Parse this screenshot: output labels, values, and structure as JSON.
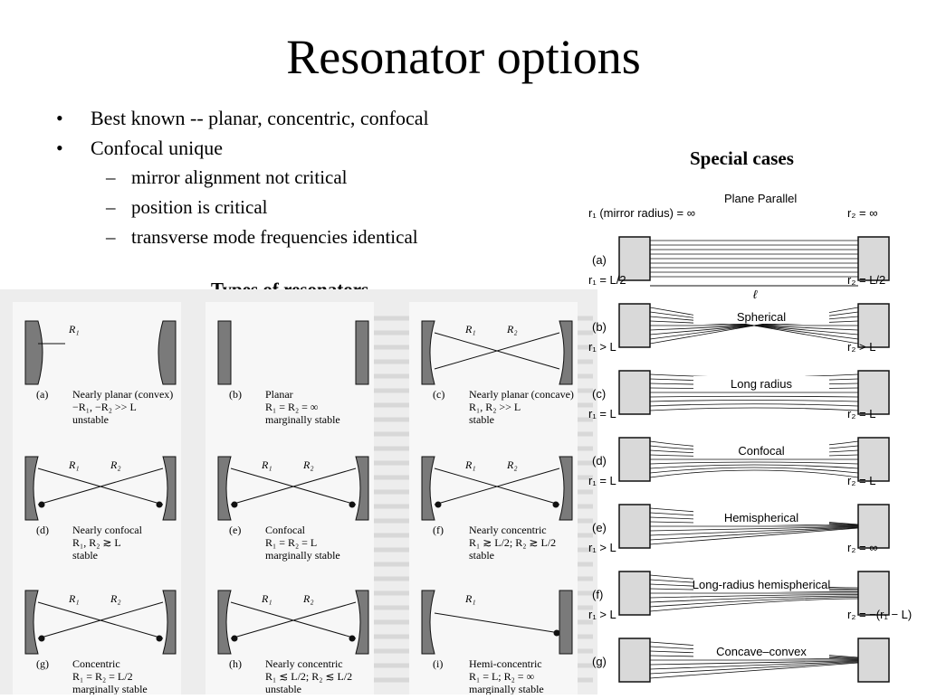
{
  "slide": {
    "title": "Resonator options",
    "bullets": [
      {
        "text": "Best known -- planar, concentric, confocal"
      },
      {
        "text": "Confocal unique",
        "sub": [
          "mirror alignment not critical",
          "position is critical",
          "transverse mode frequencies identical"
        ]
      }
    ],
    "bullet_mark": "•",
    "sub_mark": "–",
    "left_heading": "Types of resonators",
    "right_heading": "Special cases"
  },
  "types_figure": {
    "cells": [
      {
        "letter": "(a)",
        "name": "Nearly planar (convex)",
        "cond": "−R₁, −R₂ >> L",
        "stab": "unstable",
        "r1": "R₁",
        "r2": ""
      },
      {
        "letter": "(b)",
        "name": "Planar",
        "cond": "R₁ = R₂ = ∞",
        "stab": "marginally stable",
        "r1": "",
        "r2": ""
      },
      {
        "letter": "(c)",
        "name": "Nearly planar (concave)",
        "cond": "R₁, R₂ >> L",
        "stab": "stable",
        "r1": "R₁",
        "r2": "R₂"
      },
      {
        "letter": "(d)",
        "name": "Nearly confocal",
        "cond": "R₁, R₂ ≳ L",
        "stab": "stable",
        "r1": "R₁",
        "r2": "R₂"
      },
      {
        "letter": "(e)",
        "name": "Confocal",
        "cond": "R₁ = R₂ = L",
        "stab": "marginally stable",
        "r1": "R₁",
        "r2": "R₂"
      },
      {
        "letter": "(f)",
        "name": "Nearly concentric",
        "cond": "R₁ ≳ L/2; R₂ ≳ L/2",
        "stab": "stable",
        "r1": "R₁",
        "r2": "R₂"
      },
      {
        "letter": "(g)",
        "name": "Concentric",
        "cond": "R₁ = R₂ = L/2",
        "stab": "marginally stable",
        "r1": "R₁",
        "r2": "R₂"
      },
      {
        "letter": "(h)",
        "name": "Nearly concentric",
        "cond": "R₁ ≲ L/2; R₂ ≲ L/2",
        "stab": "unstable",
        "r1": "R₁",
        "r2": "R₂"
      },
      {
        "letter": "(i)",
        "name": "Hemi-concentric",
        "cond": "R₁ = L; R₂ = ∞",
        "stab": "marginally stable",
        "r1": "R₁",
        "r2": ""
      }
    ]
  },
  "special_cases": {
    "header": "Plane Parallel",
    "rows": [
      {
        "letter": "(a)",
        "name": "",
        "r1": "r₁ (mirror radius) = ∞",
        "r2": "r₂ = ∞",
        "length": "ℓ"
      },
      {
        "letter": "(b)",
        "name": "Spherical",
        "r1": "r₁ = L/2",
        "r2": "r₂ = L/2"
      },
      {
        "letter": "(c)",
        "name": "Long radius",
        "r1": "r₁ > L",
        "r2": "r₂ > L"
      },
      {
        "letter": "(d)",
        "name": "Confocal",
        "r1": "r₁ = L",
        "r2": "r₂ = L"
      },
      {
        "letter": "(e)",
        "name": "Hemispherical",
        "r1": "r₁ = L",
        "r2": "r₂ = L"
      },
      {
        "letter": "(f)",
        "name": "Long-radius hemispherical",
        "r1": "r₁ > L",
        "r2": "r₂ = ∞"
      },
      {
        "letter": "(g)",
        "name": "Concave–convex",
        "r1": "r₁ > L",
        "r2": "r₂ = −(r₁ − L)"
      }
    ]
  },
  "colors": {
    "mirror_fill": "#d9d9d9",
    "mirror_dark": "#7a7a7a",
    "scan_bg": "#ededed",
    "ink": "#111111"
  }
}
